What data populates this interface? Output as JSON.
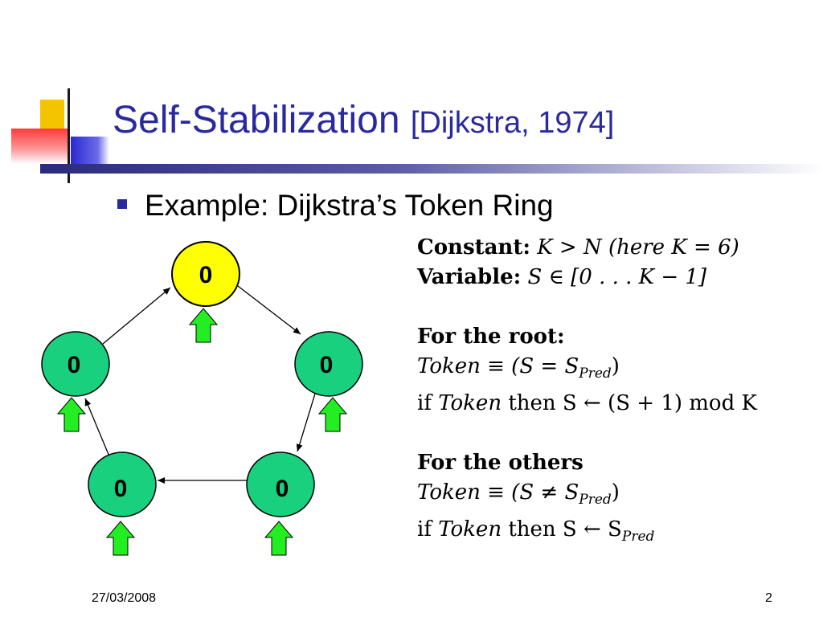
{
  "slide": {
    "title": "Self-Stabilization",
    "title_citation": "[Dijkstra, 1974]",
    "bullet": "Example: Dijkstra’s Token Ring"
  },
  "ring": {
    "nodes": [
      {
        "id": "root",
        "value": "0",
        "color": "#ffff00"
      },
      {
        "id": "right",
        "value": "0",
        "color": "#19d07f"
      },
      {
        "id": "bottom-right",
        "value": "0",
        "color": "#19d07f"
      },
      {
        "id": "bottom-left",
        "value": "0",
        "color": "#19d07f"
      },
      {
        "id": "left",
        "value": "0",
        "color": "#19d07f"
      }
    ],
    "token_arrow_color": "#22ee22"
  },
  "algorithm": {
    "constant_label": "Constant:",
    "constant_expr": "K > N (here K = 6)",
    "variable_label": "Variable:",
    "variable_expr": "S ∈ [0 . . . K − 1]",
    "root_heading": "For the root:",
    "root_token_prefix": "Token ≡ (S = S",
    "root_token_sub": "Pred",
    "root_token_suffix": ")",
    "root_if_1": "if ",
    "root_if_token": "Token",
    "root_if_2": " then S ← (S + 1) mod K",
    "others_heading": "For the others",
    "others_token_prefix": "Token ≡ (S ≠ S",
    "others_token_sub": "Pred",
    "others_token_suffix": ")",
    "others_if_1": "if ",
    "others_if_token": "Token",
    "others_if_2": " then S ← S",
    "others_if_sub": "Pred"
  },
  "footer": {
    "date": "27/03/2008",
    "page": "2"
  }
}
